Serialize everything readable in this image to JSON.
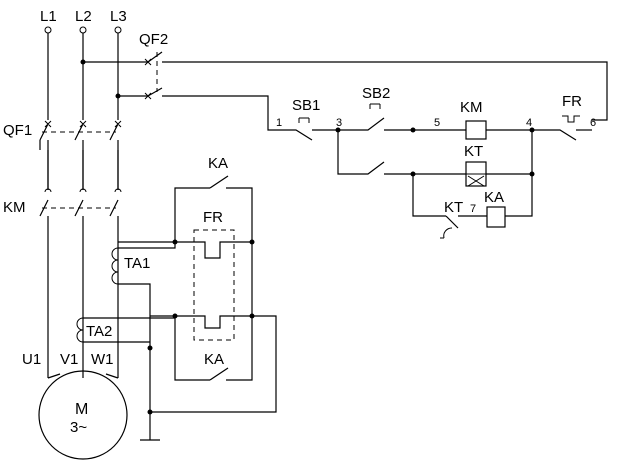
{
  "labels": {
    "L1": "L1",
    "L2": "L2",
    "L3": "L3",
    "QF2": "QF2",
    "QF1": "QF1",
    "KM_main": "KM",
    "TA1": "TA1",
    "TA2": "TA2",
    "U1": "U1",
    "V1": "V1",
    "W1": "W1",
    "motor_M": "M",
    "motor_phase": "3~",
    "KA_top": "KA",
    "FR_box": "FR",
    "KA_bottom": "KA",
    "SB1": "SB1",
    "SB2": "SB2",
    "KM_coil": "KM",
    "FR_ctrl": "FR",
    "KT_coil": "KT",
    "KT_contact": "KT",
    "KA_coil": "KA",
    "node_1": "1",
    "node_3": "3",
    "node_5": "5",
    "node_4": "4",
    "node_6": "6",
    "node_7": "7"
  }
}
